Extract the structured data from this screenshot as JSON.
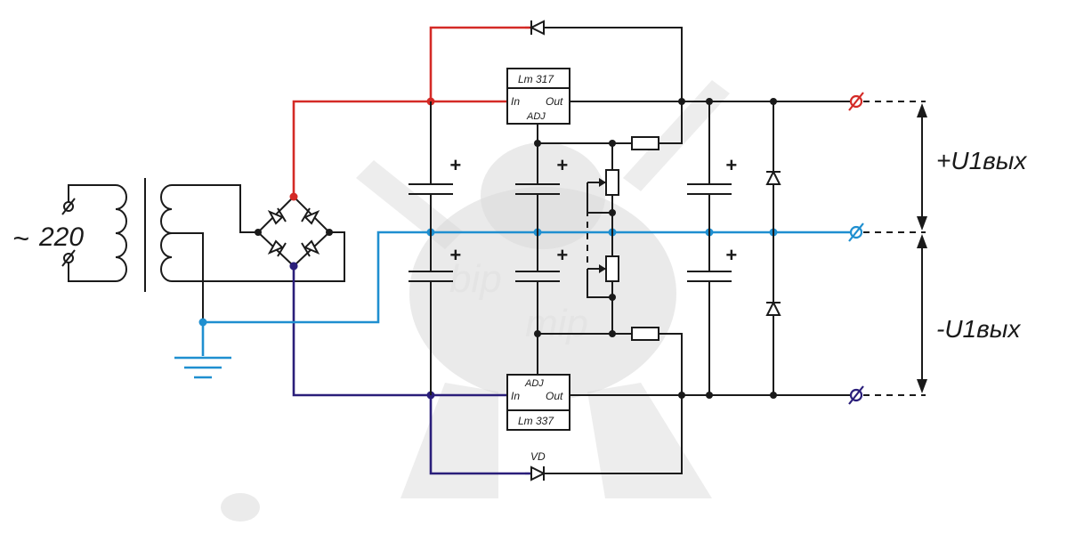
{
  "mains": {
    "symbol": "~",
    "voltage": "220"
  },
  "regulators": {
    "positive": {
      "name": "Lm 317",
      "in": "In",
      "out": "Out",
      "adj": "ADJ"
    },
    "negative": {
      "name": "Lm 337",
      "in": "In",
      "out": "Out",
      "adj": "ADJ"
    }
  },
  "diode_label": "VD",
  "plus_sign": "+",
  "outputs": {
    "positive": "+U1вых",
    "negative": "-U1вых"
  },
  "watermark": {
    "line1": "bip",
    "line2": "mip"
  },
  "colors": {
    "positive_rail": "#d42a26",
    "ground_rail": "#1f8fd0",
    "negative_rail": "#2a1e7a",
    "wire": "#1a1a1a",
    "watermark": "#d8d8d8"
  }
}
